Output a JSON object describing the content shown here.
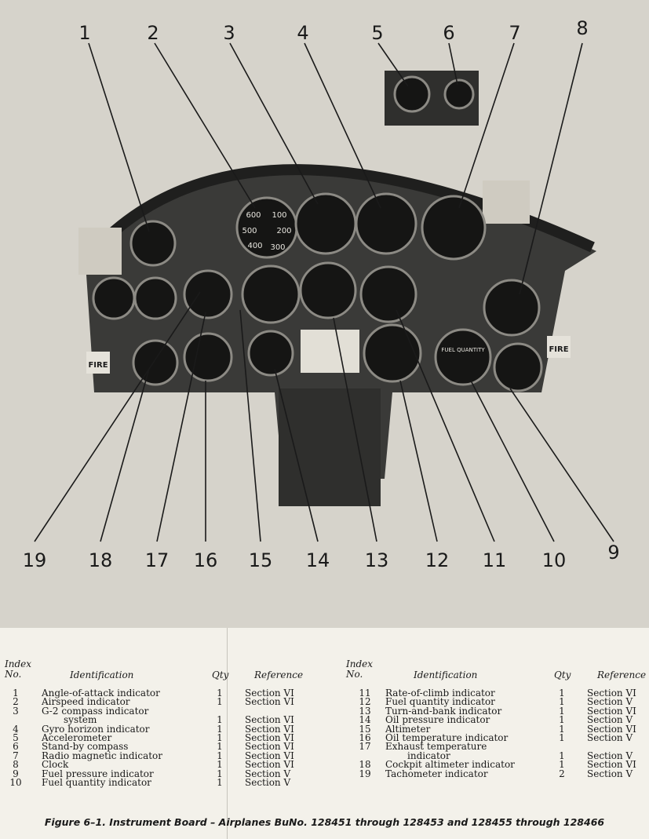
{
  "callouts_top": [
    "1",
    "2",
    "3",
    "4",
    "5",
    "6",
    "7",
    "8"
  ],
  "callouts_bottom": [
    "19",
    "18",
    "17",
    "16",
    "15",
    "14",
    "13",
    "12",
    "11",
    "10",
    "9"
  ],
  "panel_markings": {
    "airspeed_scale": [
      "600",
      "100",
      "500",
      "200",
      "400",
      "300"
    ],
    "fire_label": "FIRE",
    "fuel_quantity_label": "FUEL QUANTITY"
  },
  "legend": {
    "headers": {
      "index": "Index\nNo.",
      "identification": "Identification",
      "qty": "Qty",
      "reference": "Reference"
    },
    "left_rows": [
      {
        "no": "1",
        "id": "Angle-of-attack indicator",
        "qty": "1",
        "ref": "Section VI"
      },
      {
        "no": "2",
        "id": "Airspeed indicator",
        "qty": "1",
        "ref": "Section VI"
      },
      {
        "no": "3",
        "id": "G-2 compass indicator",
        "qty": "",
        "ref": ""
      },
      {
        "no": "",
        "id": "system",
        "qty": "1",
        "ref": "Section VI",
        "indent": true
      },
      {
        "no": "4",
        "id": "Gyro horizon indicator",
        "qty": "1",
        "ref": "Section VI"
      },
      {
        "no": "5",
        "id": "Accelerometer",
        "qty": "1",
        "ref": "Section VI"
      },
      {
        "no": "6",
        "id": "Stand-by compass",
        "qty": "1",
        "ref": "Section VI"
      },
      {
        "no": "7",
        "id": "Radio magnetic indicator",
        "qty": "1",
        "ref": "Section VI"
      },
      {
        "no": "8",
        "id": "Clock",
        "qty": "1",
        "ref": "Section VI"
      },
      {
        "no": "9",
        "id": "Fuel pressure indicator",
        "qty": "1",
        "ref": "Section V"
      },
      {
        "no": "10",
        "id": "Fuel quantity indicator",
        "qty": "1",
        "ref": "Section V"
      }
    ],
    "right_rows": [
      {
        "no": "11",
        "id": "Rate-of-climb indicator",
        "qty": "1",
        "ref": "Section VI"
      },
      {
        "no": "12",
        "id": "Fuel quantity indicator",
        "qty": "1",
        "ref": "Section V"
      },
      {
        "no": "13",
        "id": "Turn-and-bank indicator",
        "qty": "1",
        "ref": "Section VI"
      },
      {
        "no": "14",
        "id": "Oil pressure indicator",
        "qty": "1",
        "ref": "Section V"
      },
      {
        "no": "15",
        "id": "Altimeter",
        "qty": "1",
        "ref": "Section VI"
      },
      {
        "no": "16",
        "id": "Oil temperature indicator",
        "qty": "1",
        "ref": "Section V"
      },
      {
        "no": "17",
        "id": "Exhaust temperature",
        "qty": "",
        "ref": ""
      },
      {
        "no": "",
        "id": "indicator",
        "qty": "1",
        "ref": "Section V",
        "indent": true
      },
      {
        "no": "18",
        "id": "Cockpit altimeter indicator",
        "qty": "1",
        "ref": "Section VI"
      },
      {
        "no": "19",
        "id": "Tachometer indicator",
        "qty": "2",
        "ref": "Section V"
      }
    ]
  },
  "caption": "Figure 6–1. Instrument Board – Airplanes BuNo. 128451 through 128453 and 128455 through 128466"
}
